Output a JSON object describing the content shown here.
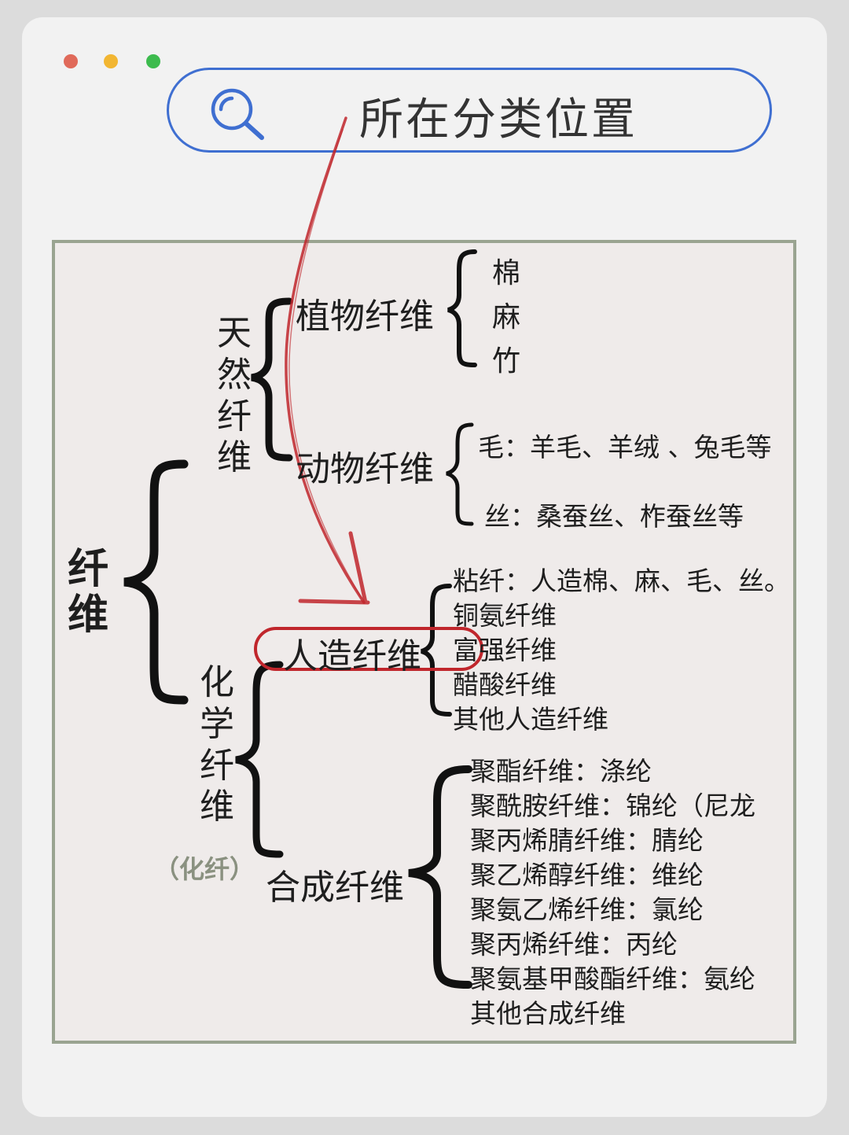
{
  "window_dots": [
    {
      "name": "dot-red",
      "color": "#e06a5a"
    },
    {
      "name": "dot-yellow",
      "color": "#f2b632"
    },
    {
      "name": "dot-green",
      "color": "#3dbb4e"
    }
  ],
  "search": {
    "title": "所在分类位置",
    "icon": "search-icon",
    "border_color": "#3f6fd1"
  },
  "colors": {
    "arrow": "#c0262c",
    "highlight": "#c0262c",
    "bracket": "#111111",
    "muted": "#8a9180"
  },
  "tree": {
    "root": "纤维",
    "natural": {
      "label": "天然纤维",
      "plant": {
        "label": "植物纤维",
        "items": [
          "棉",
          "麻",
          "竹"
        ]
      },
      "animal": {
        "label": "动物纤维",
        "items": [
          "毛：羊毛、羊绒 、兔毛等",
          "丝：桑蚕丝、柞蚕丝等"
        ]
      }
    },
    "chemical": {
      "label": "化学纤维",
      "abbr": "（化纤）",
      "artificial": {
        "label": "人造纤维",
        "items": [
          "粘纤：人造棉、麻、毛、丝。",
          "铜氨纤维",
          "富强纤维",
          "醋酸纤维",
          "其他人造纤维"
        ]
      },
      "synthetic": {
        "label": "合成纤维",
        "items": [
          "聚酯纤维：涤纶",
          "聚酰胺纤维：锦纶（尼龙",
          "聚丙烯腈纤维：腈纶",
          "聚乙烯醇纤维：维纶",
          "聚氨乙烯纤维：氯纶",
          "聚丙烯纤维：丙纶",
          "聚氨基甲酸酯纤维：氨纶",
          "其他合成纤维"
        ]
      }
    }
  }
}
